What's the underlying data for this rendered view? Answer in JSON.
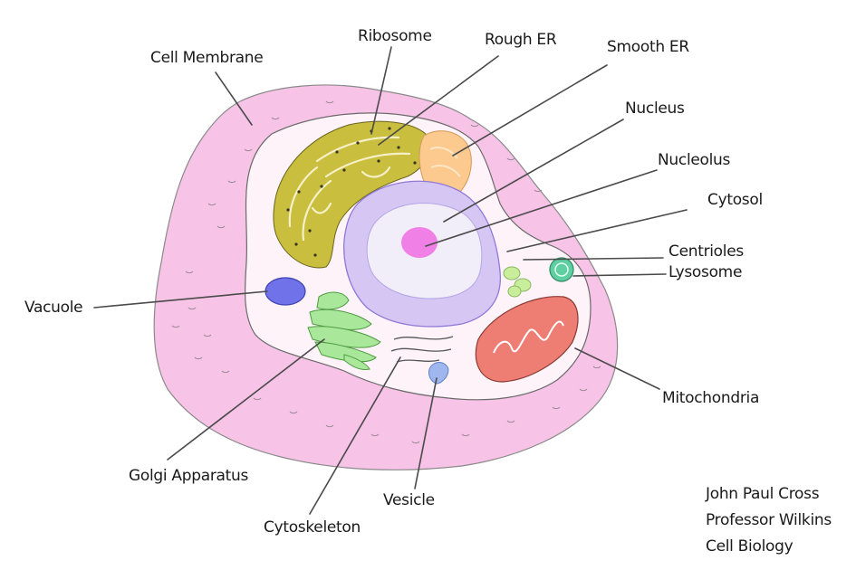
{
  "labels": {
    "cell_membrane": "Cell Membrane",
    "ribosome": "Ribosome",
    "rough_er": "Rough ER",
    "smooth_er": "Smooth ER",
    "nucleus": "Nucleus",
    "nucleolus": "Nucleolus",
    "cytosol": "Cytosol",
    "centrioles": "Centrioles",
    "lysosome": "Lysosome",
    "vacuole": "Vacuole",
    "mitochondria": "Mitochondria",
    "golgi_apparatus": "Golgi Apparatus",
    "vesicle": "Vesicle",
    "cytoskeleton": "Cytoskeleton"
  },
  "credits": {
    "author": "John Paul Cross",
    "instructor": "Professor Wilkins",
    "course": "Cell Biology"
  },
  "colors": {
    "membrane": "#f7c3e6",
    "cytoplasm": "#fdf3f9",
    "rough_er": "#c9be3d",
    "smooth_er": "#fcc98e",
    "nucleus": "#d6c6f3",
    "nucleus_inner": "#f1eef9",
    "nucleolus": "#f07fe6",
    "vacuole": "#6f72e8",
    "golgi": "#a9e89a",
    "mitochondria": "#ee7e74",
    "lysosome": "#5fcfa2",
    "centrioles": "#c9ee9b",
    "vesicle": "#9fb7ee"
  }
}
